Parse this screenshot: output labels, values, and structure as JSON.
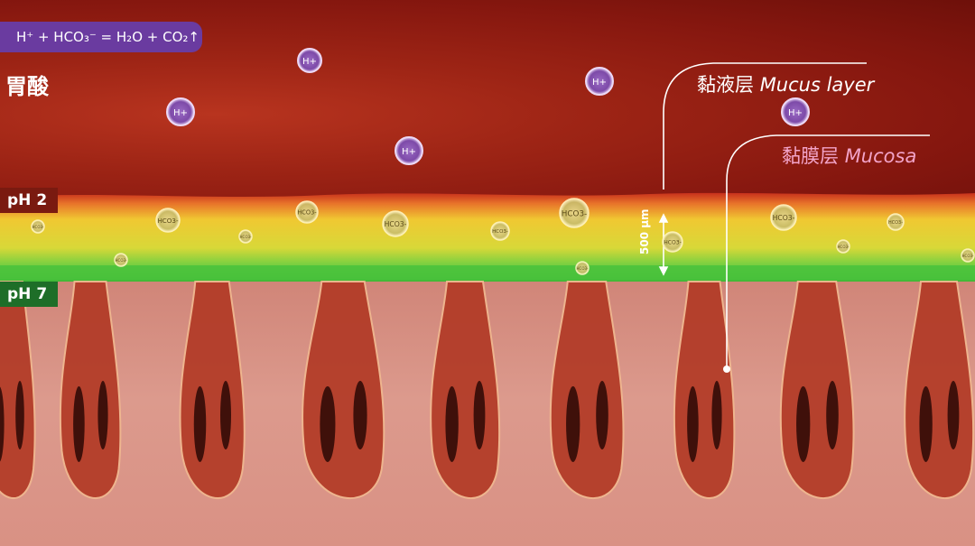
{
  "equation": "H⁺ + HCO₃⁻ = H₂O + CO₂↑",
  "acid_label": "胃酸",
  "ph_top": "pH 2",
  "ph_bottom": "pH 7",
  "mucus_layer": {
    "zh": "黏液层",
    "en": "Mucus layer"
  },
  "mucosa_layer": {
    "zh": "黏膜层",
    "en": "Mucosa"
  },
  "thickness_label": "500 μm",
  "h_ion_label": "H+",
  "bicarbonate_label": "HCO3-",
  "colors": {
    "acid": "#9d2415",
    "mucus_yellow": "#f0c832",
    "mucus_green": "#5cc83a",
    "mucosa": "#d99184",
    "h_ion": "#8a58b4",
    "equation_banner": "#6a3ba0"
  },
  "icons": [
    "h-ion-particle",
    "bicarbonate-particle",
    "thickness-arrow"
  ]
}
